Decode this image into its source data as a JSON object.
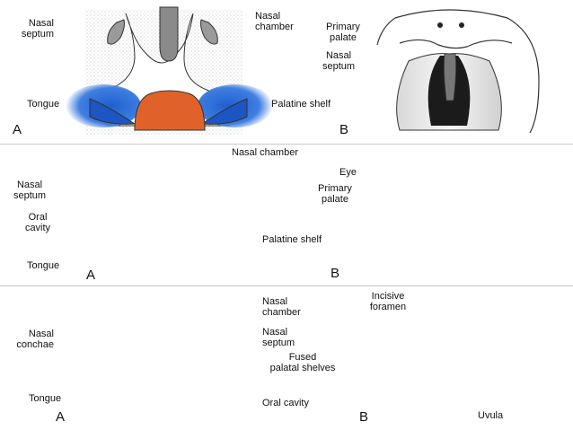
{
  "panels": [
    {
      "labels": {
        "nasal_septum": "Nasal\nseptum",
        "nasal_chamber": "Nasal\nchamber",
        "tongue": "Tongue",
        "primary_palate": "Primary\npalate",
        "nasal_septum_b": "Nasal\nseptum",
        "palatine_shelf": "Palatine shelf"
      },
      "letters": {
        "a": "A",
        "b": "B"
      }
    },
    {
      "labels": {
        "nasal_chamber": "Nasal chamber",
        "nasal_septum": "Nasal\nseptum",
        "oral_cavity": "Oral\ncavity",
        "tongue": "Tongue",
        "eye": "Eye",
        "primary_palate": "Primary\npalate",
        "palatine_shelf": "Palatine shelf"
      },
      "letters": {
        "a": "A",
        "b": "B"
      }
    },
    {
      "labels": {
        "nasal_conchae": "Nasal\nconchae",
        "nasal_chamber": "Nasal\nchamber",
        "nasal_septum": "Nasal\nseptum",
        "fused_palatal_shelves": "Fused\npalatal shelves",
        "tongue": "Tongue",
        "oral_cavity": "Oral cavity",
        "incisive_foramen": "Incisive\nforamen",
        "uvula": "Uvula"
      },
      "letters": {
        "a": "A",
        "b": "B"
      }
    }
  ],
  "colors": {
    "shelf_blue": "#2f6fd6",
    "tongue_orange": "#e0622a",
    "septum_gray": "#8a8a8a",
    "stipple": "#9a9a9a"
  }
}
